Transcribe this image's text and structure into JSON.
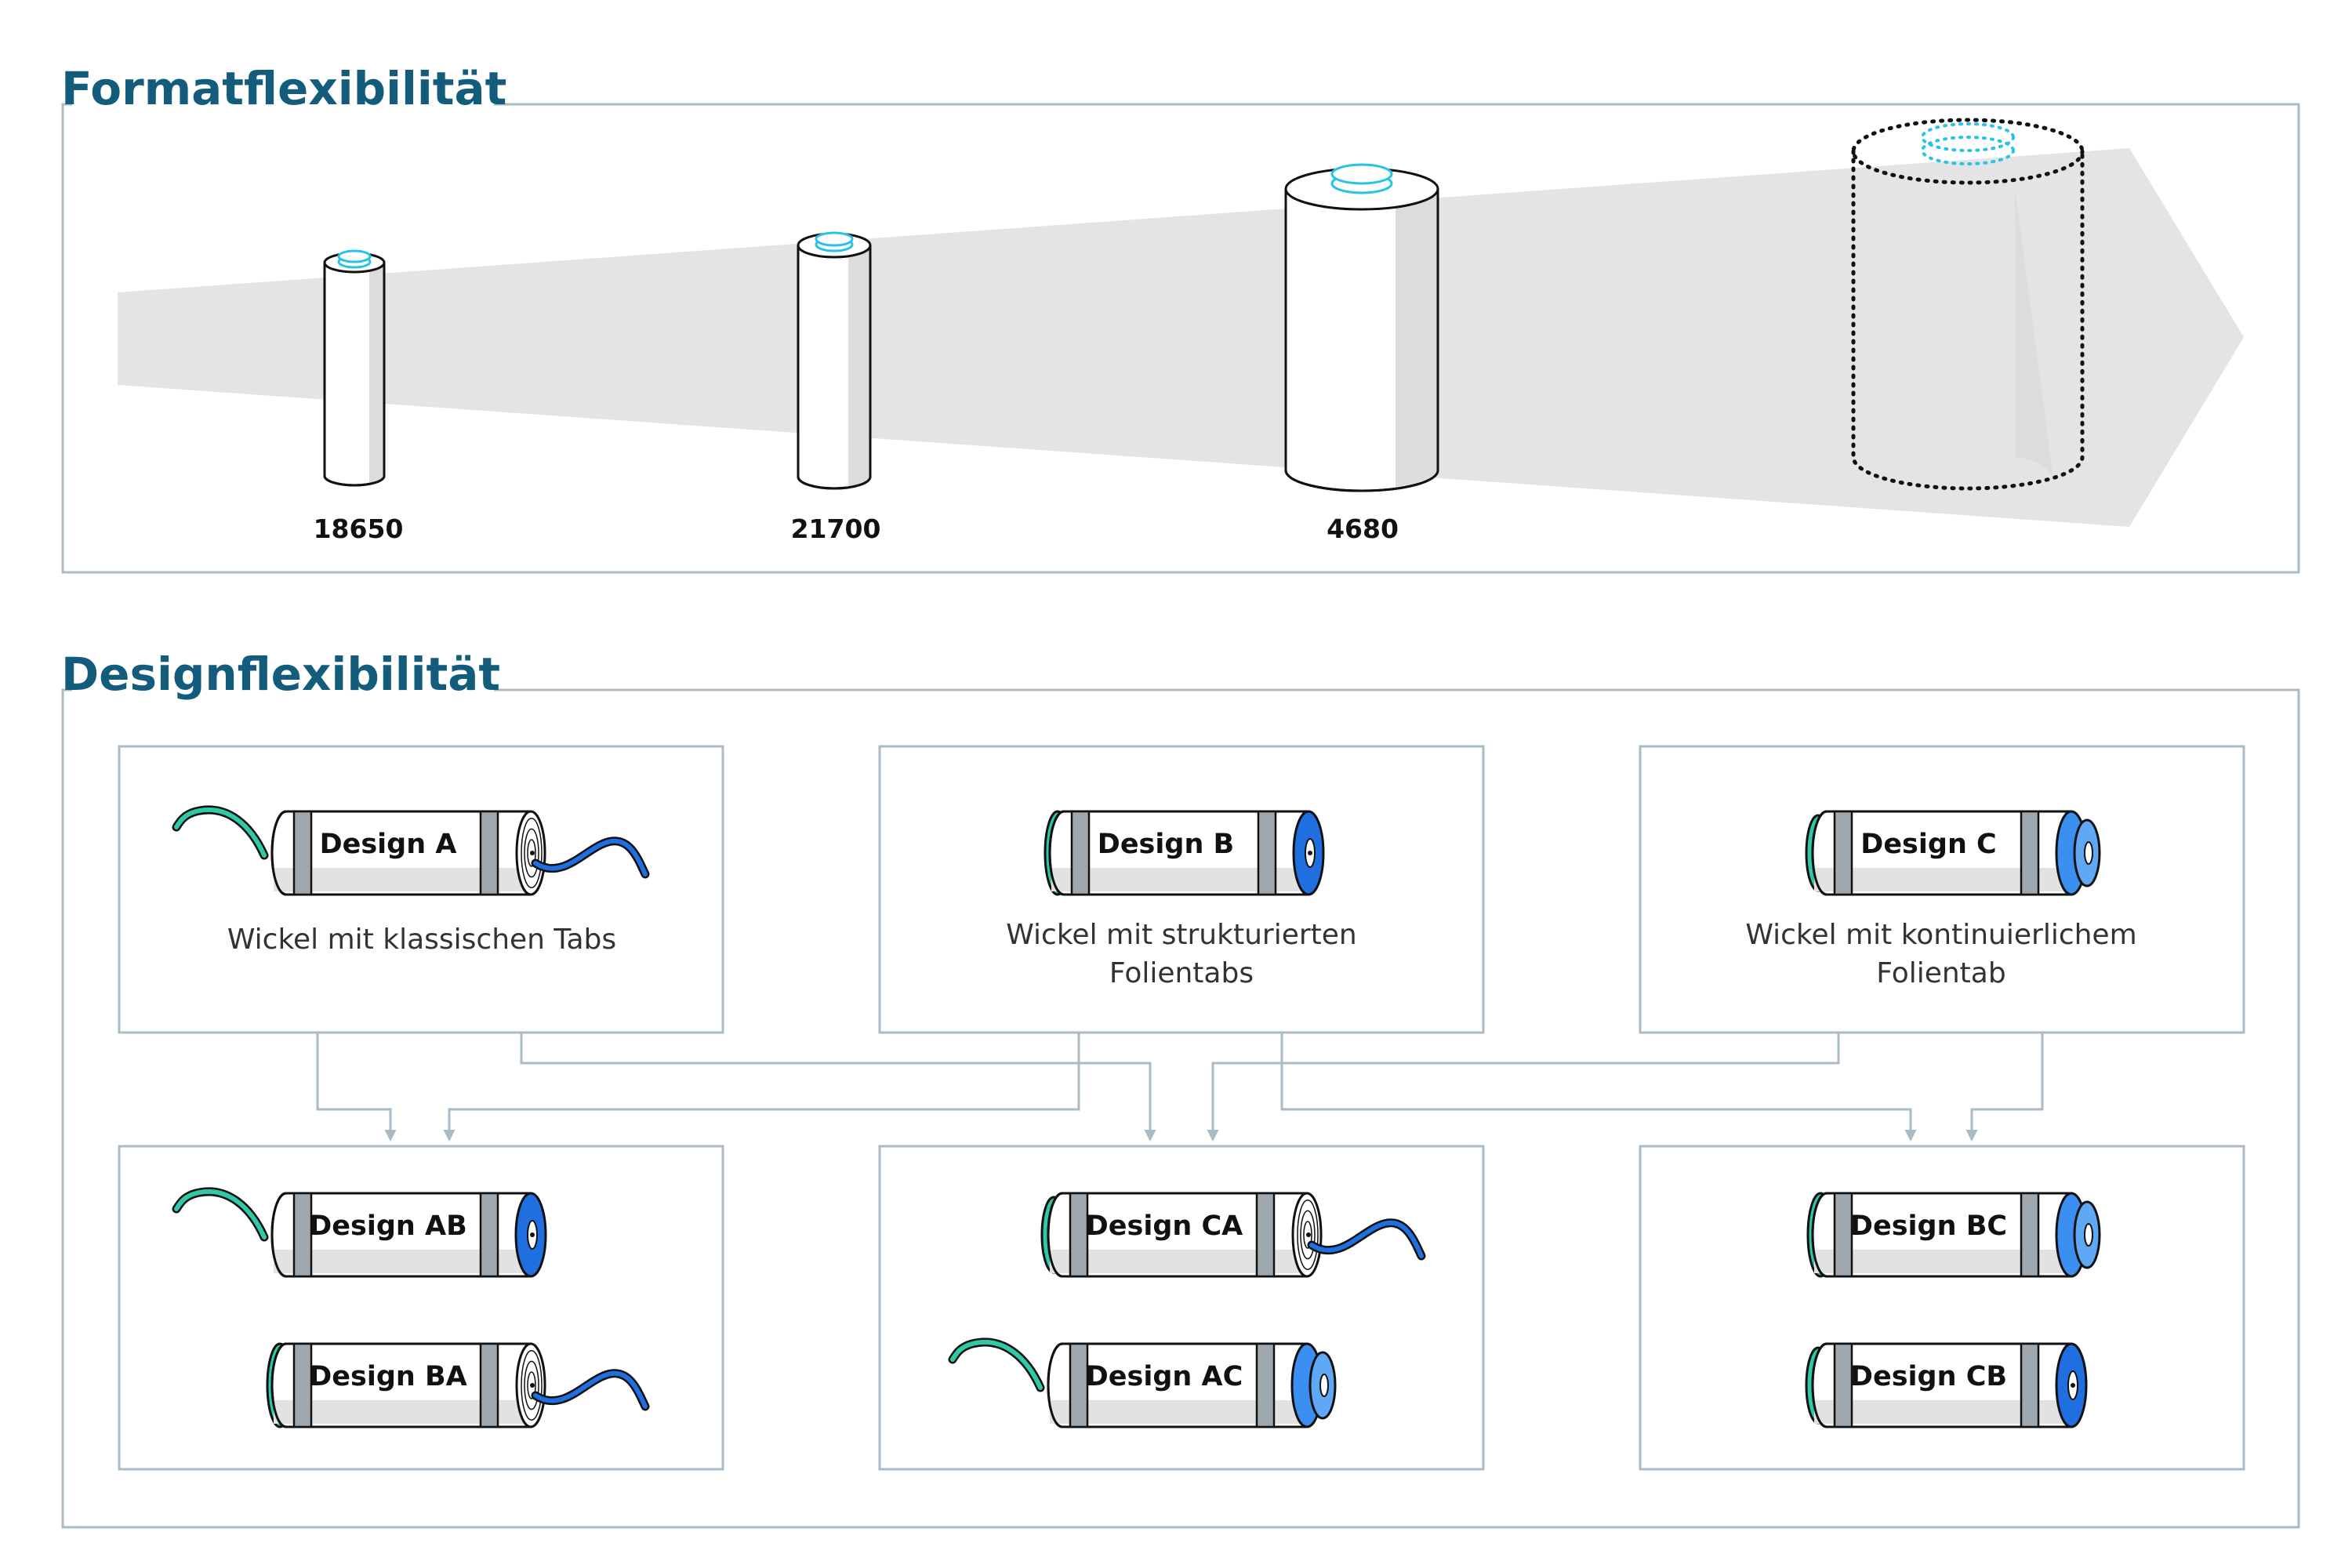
{
  "sections": {
    "format_title": "Formatflexibilität",
    "design_title": "Designflexibilität"
  },
  "formats": {
    "cells": [
      {
        "label": "18650"
      },
      {
        "label": "21700"
      },
      {
        "label": "4680"
      },
      {
        "label": ""
      }
    ]
  },
  "designs": {
    "top": [
      {
        "label": "Design A",
        "caption": [
          "Wickel mit klassischen Tabs"
        ]
      },
      {
        "label": "Design B",
        "caption": [
          "Wickel mit strukturierten",
          "Folientabs"
        ]
      },
      {
        "label": "Design C",
        "caption": [
          "Wickel mit kontinuierlichem",
          "Folientab"
        ]
      }
    ],
    "bottom": [
      {
        "labels": [
          "Design AB",
          "Design BA"
        ]
      },
      {
        "labels": [
          "Design CA",
          "Design AC"
        ]
      },
      {
        "labels": [
          "Design BC",
          "Design CB"
        ]
      }
    ]
  },
  "colors": {
    "title": "#145c7c",
    "frame": "#a9bcc6",
    "funnel": "#e4e4e4",
    "teal_tab": "#2fc9a7",
    "blue_tab": "#1f6fe0",
    "cyan_terminal": "#29c3e8"
  }
}
